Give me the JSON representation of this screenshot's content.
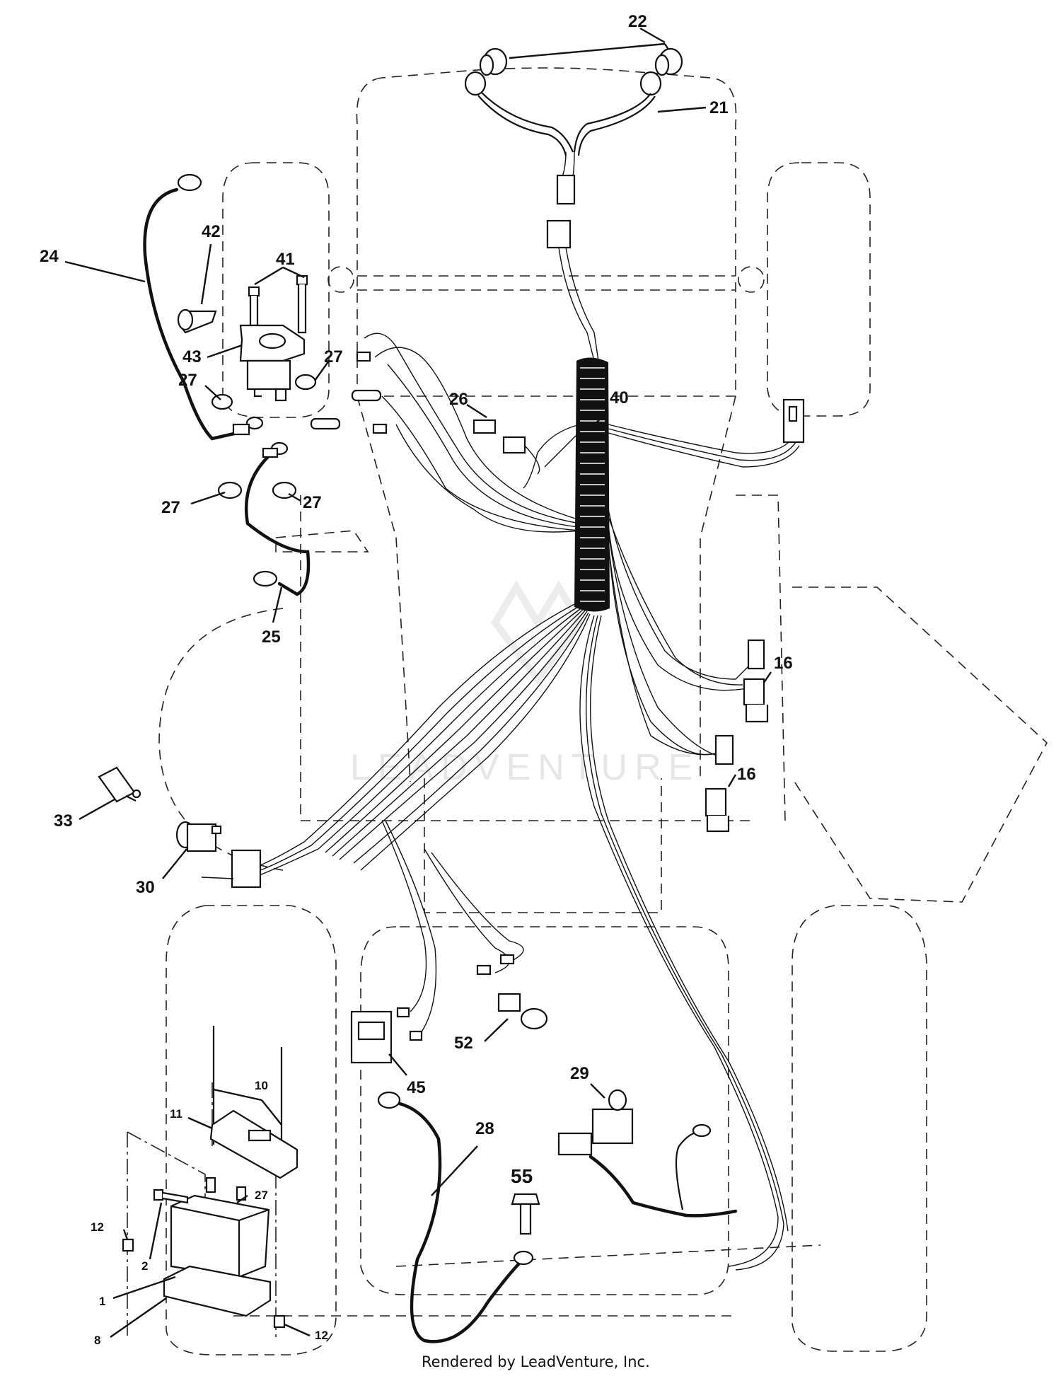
{
  "watermark": "LEADVENTURE",
  "footer": "Rendered by LeadVenture, Inc.",
  "callouts": {
    "c22": "22",
    "c21": "21",
    "c24": "24",
    "c42": "42",
    "c41": "41",
    "c43": "43",
    "c27a": "27",
    "c27b": "27",
    "c27c": "27",
    "c27d": "27",
    "c27e": "27",
    "c26": "26",
    "c40": "40",
    "c25": "25",
    "c16a": "16",
    "c16b": "16",
    "c33": "33",
    "c30": "30",
    "c10": "10",
    "c11": "11",
    "c12a": "12",
    "c12b": "12",
    "c2": "2",
    "c1": "1",
    "c8": "8",
    "c45": "45",
    "c52": "52",
    "c28": "28",
    "c29": "29",
    "c55": "55"
  }
}
